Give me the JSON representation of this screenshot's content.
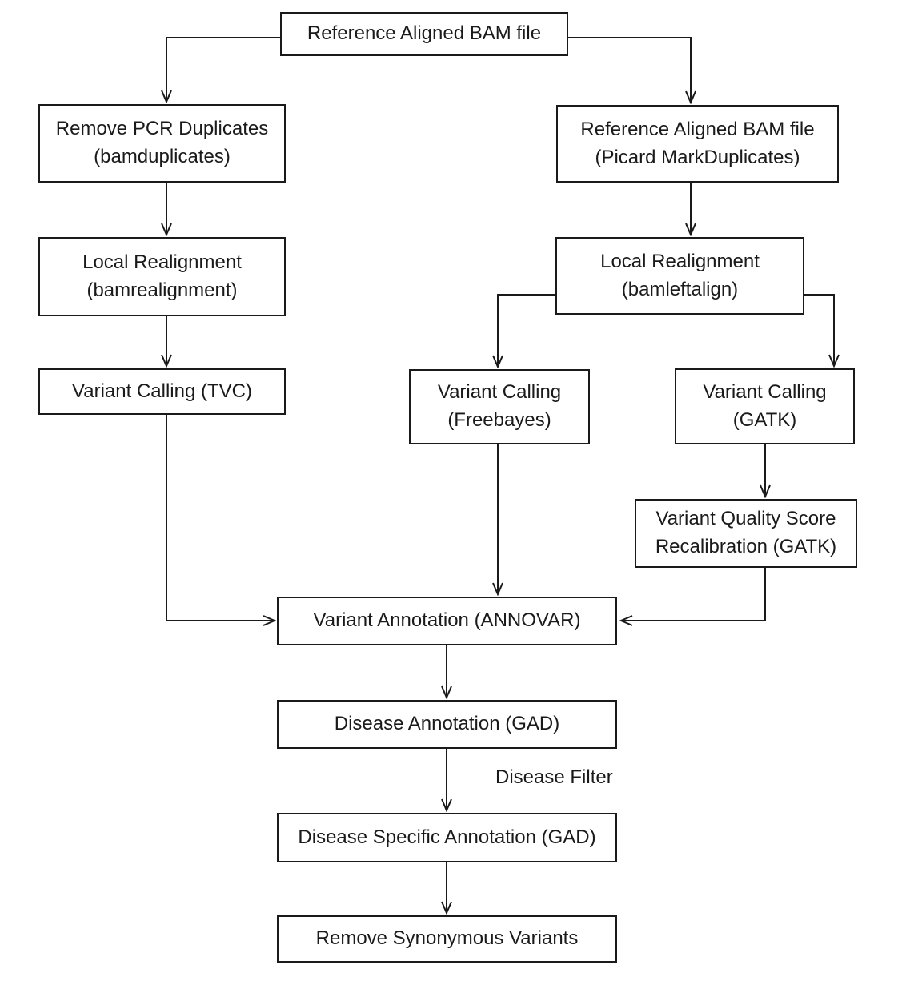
{
  "colors": {
    "background": "#ffffff",
    "stroke": "#1a1a1a",
    "text": "#1a1a1a"
  },
  "diagram": {
    "type": "flowchart",
    "nodes": {
      "ref_bam": {
        "lines": [
          "Reference Aligned BAM file"
        ]
      },
      "remove_pcr": {
        "lines": [
          "Remove PCR Duplicates",
          "(bamduplicates)"
        ]
      },
      "local_realign_left": {
        "lines": [
          "Local Realignment",
          "(bamrealignment)"
        ]
      },
      "tvc": {
        "lines": [
          "Variant Calling (TVC)"
        ]
      },
      "ref_bam_picard": {
        "lines": [
          "Reference Aligned BAM file",
          "(Picard MarkDuplicates)"
        ]
      },
      "local_realign_right": {
        "lines": [
          "Local Realignment",
          "(bamleftalign)"
        ]
      },
      "freebayes": {
        "lines": [
          "Variant Calling",
          "(Freebayes)"
        ]
      },
      "gatk": {
        "lines": [
          "Variant Calling",
          "(GATK)"
        ]
      },
      "vqsr": {
        "lines": [
          "Variant Quality Score",
          "Recalibration (GATK)"
        ]
      },
      "annovar": {
        "lines": [
          "Variant Annotation (ANNOVAR)"
        ]
      },
      "disease_annotation": {
        "lines": [
          "Disease Annotation (GAD)"
        ]
      },
      "disease_specific": {
        "lines": [
          "Disease Specific Annotation (GAD)"
        ]
      },
      "remove_synonymous": {
        "lines": [
          "Remove Synonymous Variants"
        ]
      }
    },
    "edge_labels": {
      "disease_filter": "Disease Filter"
    },
    "edges": [
      "Reference Aligned BAM file -> Remove PCR Duplicates (bamduplicates)",
      "Reference Aligned BAM file -> Reference Aligned BAM file (Picard MarkDuplicates)",
      "Remove PCR Duplicates (bamduplicates) -> Local Realignment (bamrealignment)",
      "Local Realignment (bamrealignment) -> Variant Calling (TVC)",
      "Variant Calling (TVC) -> Variant Annotation (ANNOVAR)",
      "Reference Aligned BAM file (Picard MarkDuplicates) -> Local Realignment (bamleftalign)",
      "Local Realignment (bamleftalign) -> Variant Calling (Freebayes)",
      "Local Realignment (bamleftalign) -> Variant Calling (GATK)",
      "Variant Calling (Freebayes) -> Variant Annotation (ANNOVAR)",
      "Variant Calling (GATK) -> Variant Quality Score Recalibration (GATK)",
      "Variant Quality Score Recalibration (GATK) -> Variant Annotation (ANNOVAR)",
      "Variant Annotation (ANNOVAR) -> Disease Annotation (GAD)",
      "Disease Annotation (GAD) -> Disease Specific Annotation (GAD) [Disease Filter]",
      "Disease Specific Annotation (GAD) -> Remove Synonymous Variants"
    ]
  }
}
